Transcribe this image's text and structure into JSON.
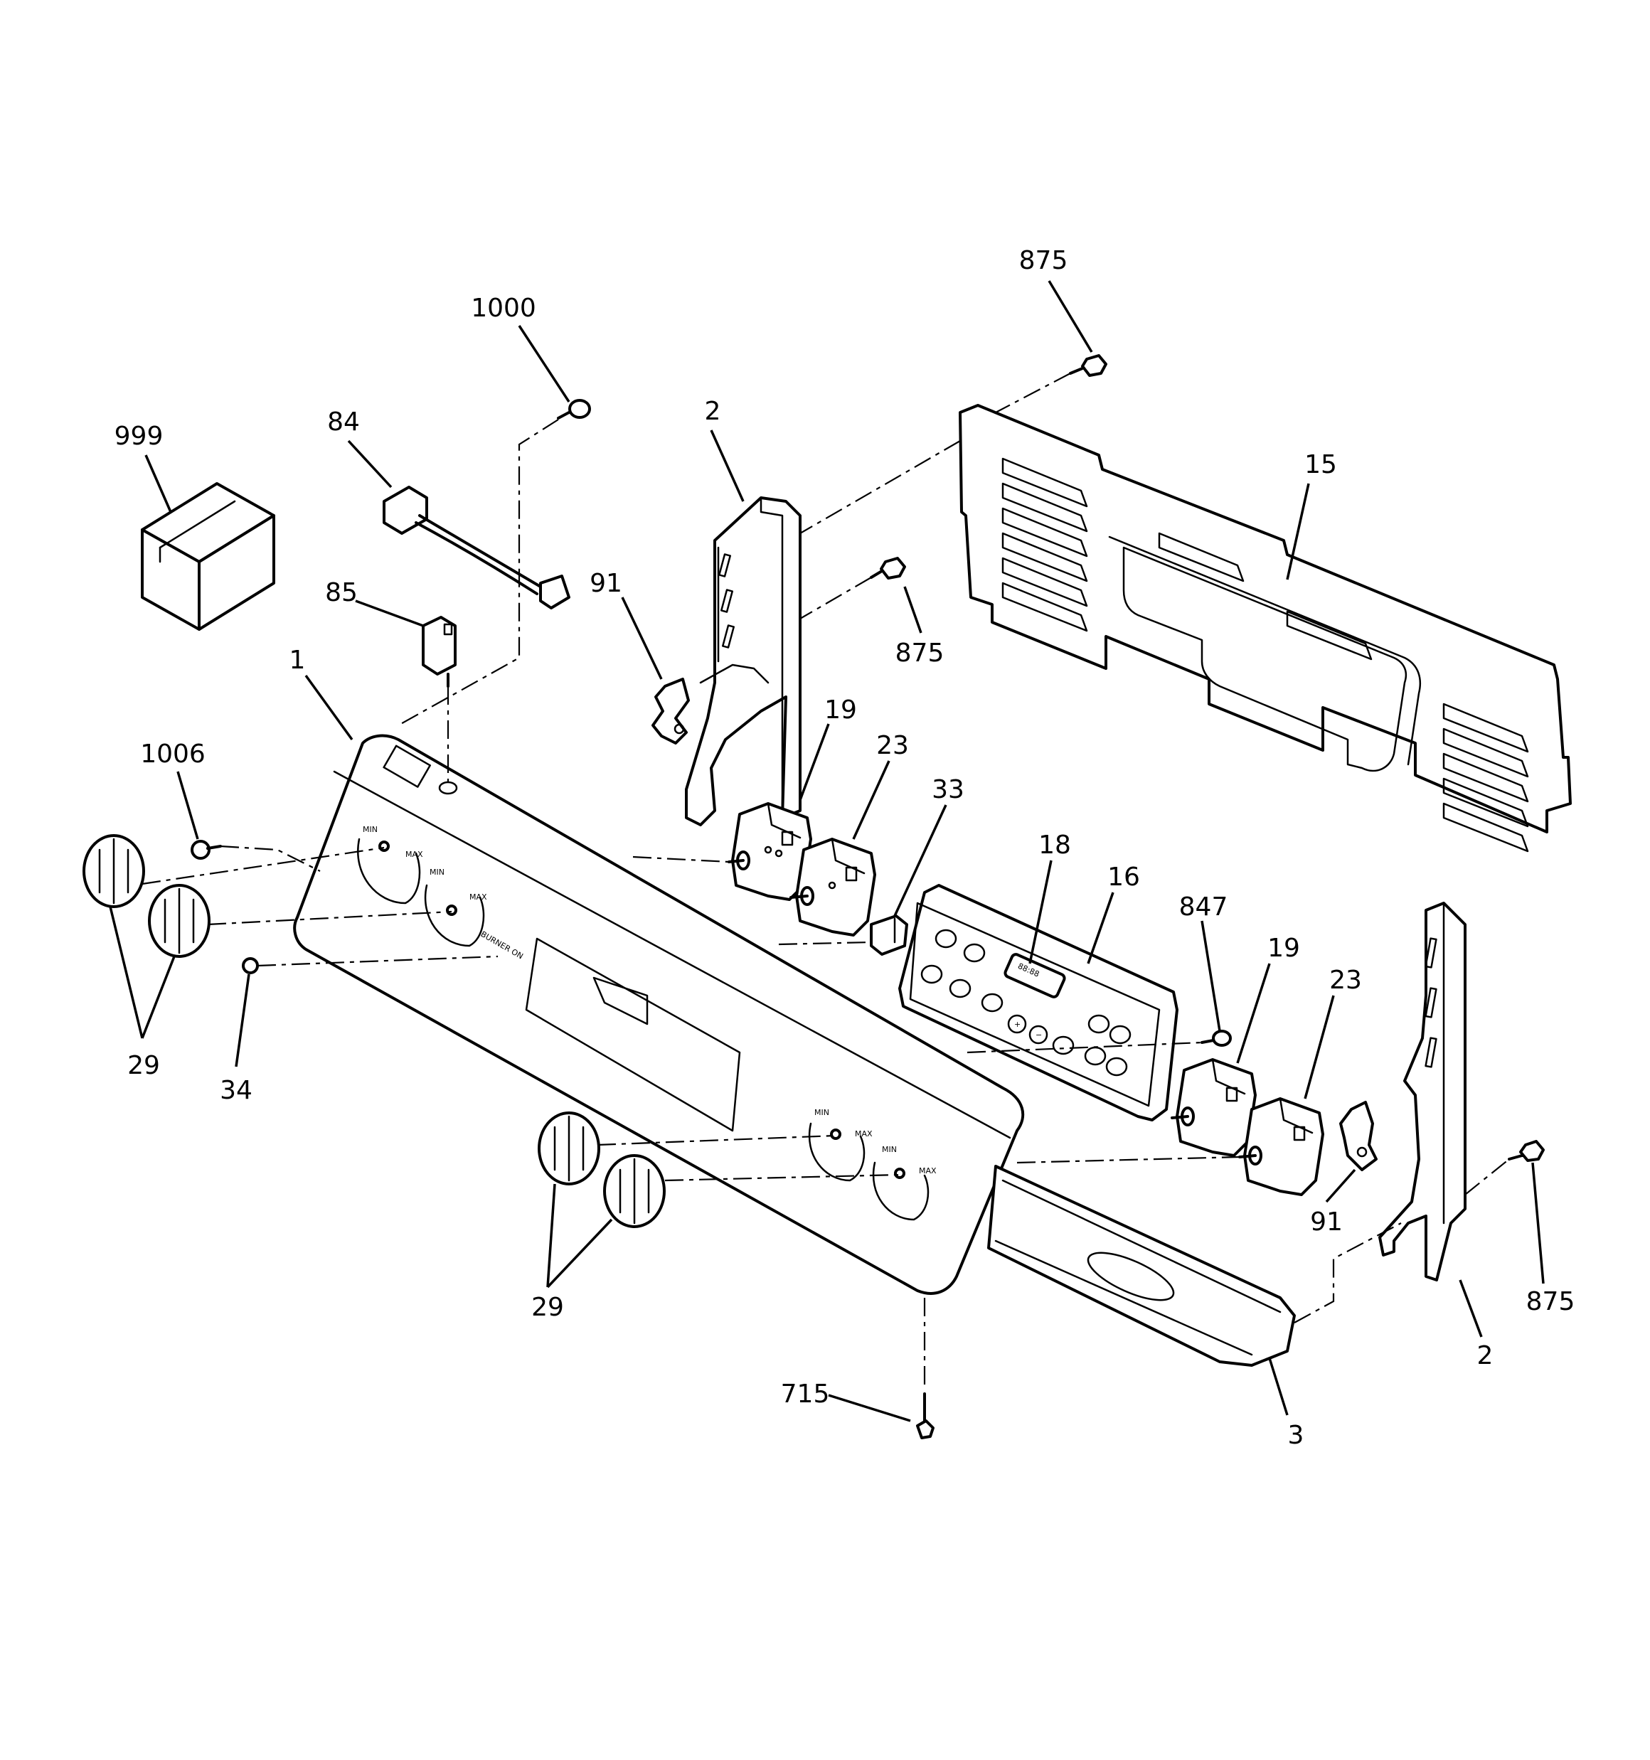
{
  "callouts": [
    {
      "id": "c-875-top",
      "text": "875"
    },
    {
      "id": "c-1000",
      "text": "1000"
    },
    {
      "id": "c-999",
      "text": "999"
    },
    {
      "id": "c-84",
      "text": "84"
    },
    {
      "id": "c-2-left",
      "text": "2"
    },
    {
      "id": "c-15",
      "text": "15"
    },
    {
      "id": "c-91-left",
      "text": "91"
    },
    {
      "id": "c-85",
      "text": "85"
    },
    {
      "id": "c-875-mid",
      "text": "875"
    },
    {
      "id": "c-1",
      "text": "1"
    },
    {
      "id": "c-19-left",
      "text": "19"
    },
    {
      "id": "c-23-left",
      "text": "23"
    },
    {
      "id": "c-1006",
      "text": "1006"
    },
    {
      "id": "c-33",
      "text": "33"
    },
    {
      "id": "c-18",
      "text": "18"
    },
    {
      "id": "c-16",
      "text": "16"
    },
    {
      "id": "c-847",
      "text": "847"
    },
    {
      "id": "c-19-right",
      "text": "19"
    },
    {
      "id": "c-23-right",
      "text": "23"
    },
    {
      "id": "c-29-left",
      "text": "29"
    },
    {
      "id": "c-34",
      "text": "34"
    },
    {
      "id": "c-91-right",
      "text": "91"
    },
    {
      "id": "c-875-right",
      "text": "875"
    },
    {
      "id": "c-29-bottom",
      "text": "29"
    },
    {
      "id": "c-2-right",
      "text": "2"
    },
    {
      "id": "c-715",
      "text": "715"
    },
    {
      "id": "c-3",
      "text": "3"
    }
  ],
  "panel_labels": {
    "min": "MIN",
    "max": "MAX",
    "burner_on": "BURNER ON"
  },
  "control": {
    "display": "88:88",
    "minus": "−",
    "plus": "+"
  },
  "colors": {
    "line": "#000000",
    "background": "#ffffff"
  }
}
